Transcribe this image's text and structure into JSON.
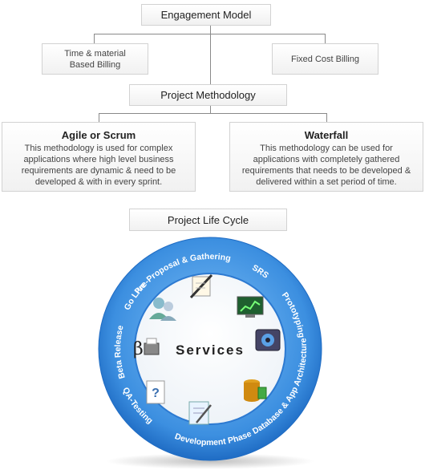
{
  "engagement": {
    "title": "Engagement Model",
    "left": [
      "Time & material",
      "Based Billing"
    ],
    "right": "Fixed Cost Billing"
  },
  "methodology": {
    "title": "Project Methodology",
    "agile": {
      "title": "Agile or Scrum",
      "lines": [
        "This methodology is used for complex",
        "applications where high level business",
        "requirements are dynamic & need to be",
        "developed & with in every sprint."
      ]
    },
    "waterfall": {
      "title": "Waterfall",
      "lines": [
        "This methodology can be used for",
        "applications with completely gathered",
        "requirements that needs to be developed &",
        "delivered within a set period of time."
      ]
    }
  },
  "lifecycle": {
    "title": "Project Life Cycle",
    "center": "Services",
    "stages": [
      "Pre-Proposal & Gathering",
      "SRS",
      "Prototyping",
      "Database & App Architecture",
      "Development Phase",
      "QA-Testing",
      "Beta Release",
      "Go Live"
    ],
    "icons": [
      "pen-paper-icon",
      "screen-chart-icon",
      "settings-window-icon",
      "database-icon",
      "document-edit-icon",
      "question-doc-icon",
      "beta-printer-icon",
      "users-icon"
    ]
  },
  "colors": {
    "ring": "#3c8fe0",
    "ring_light": "#6fb3f2",
    "ring_dark": "#1f6cc4"
  }
}
